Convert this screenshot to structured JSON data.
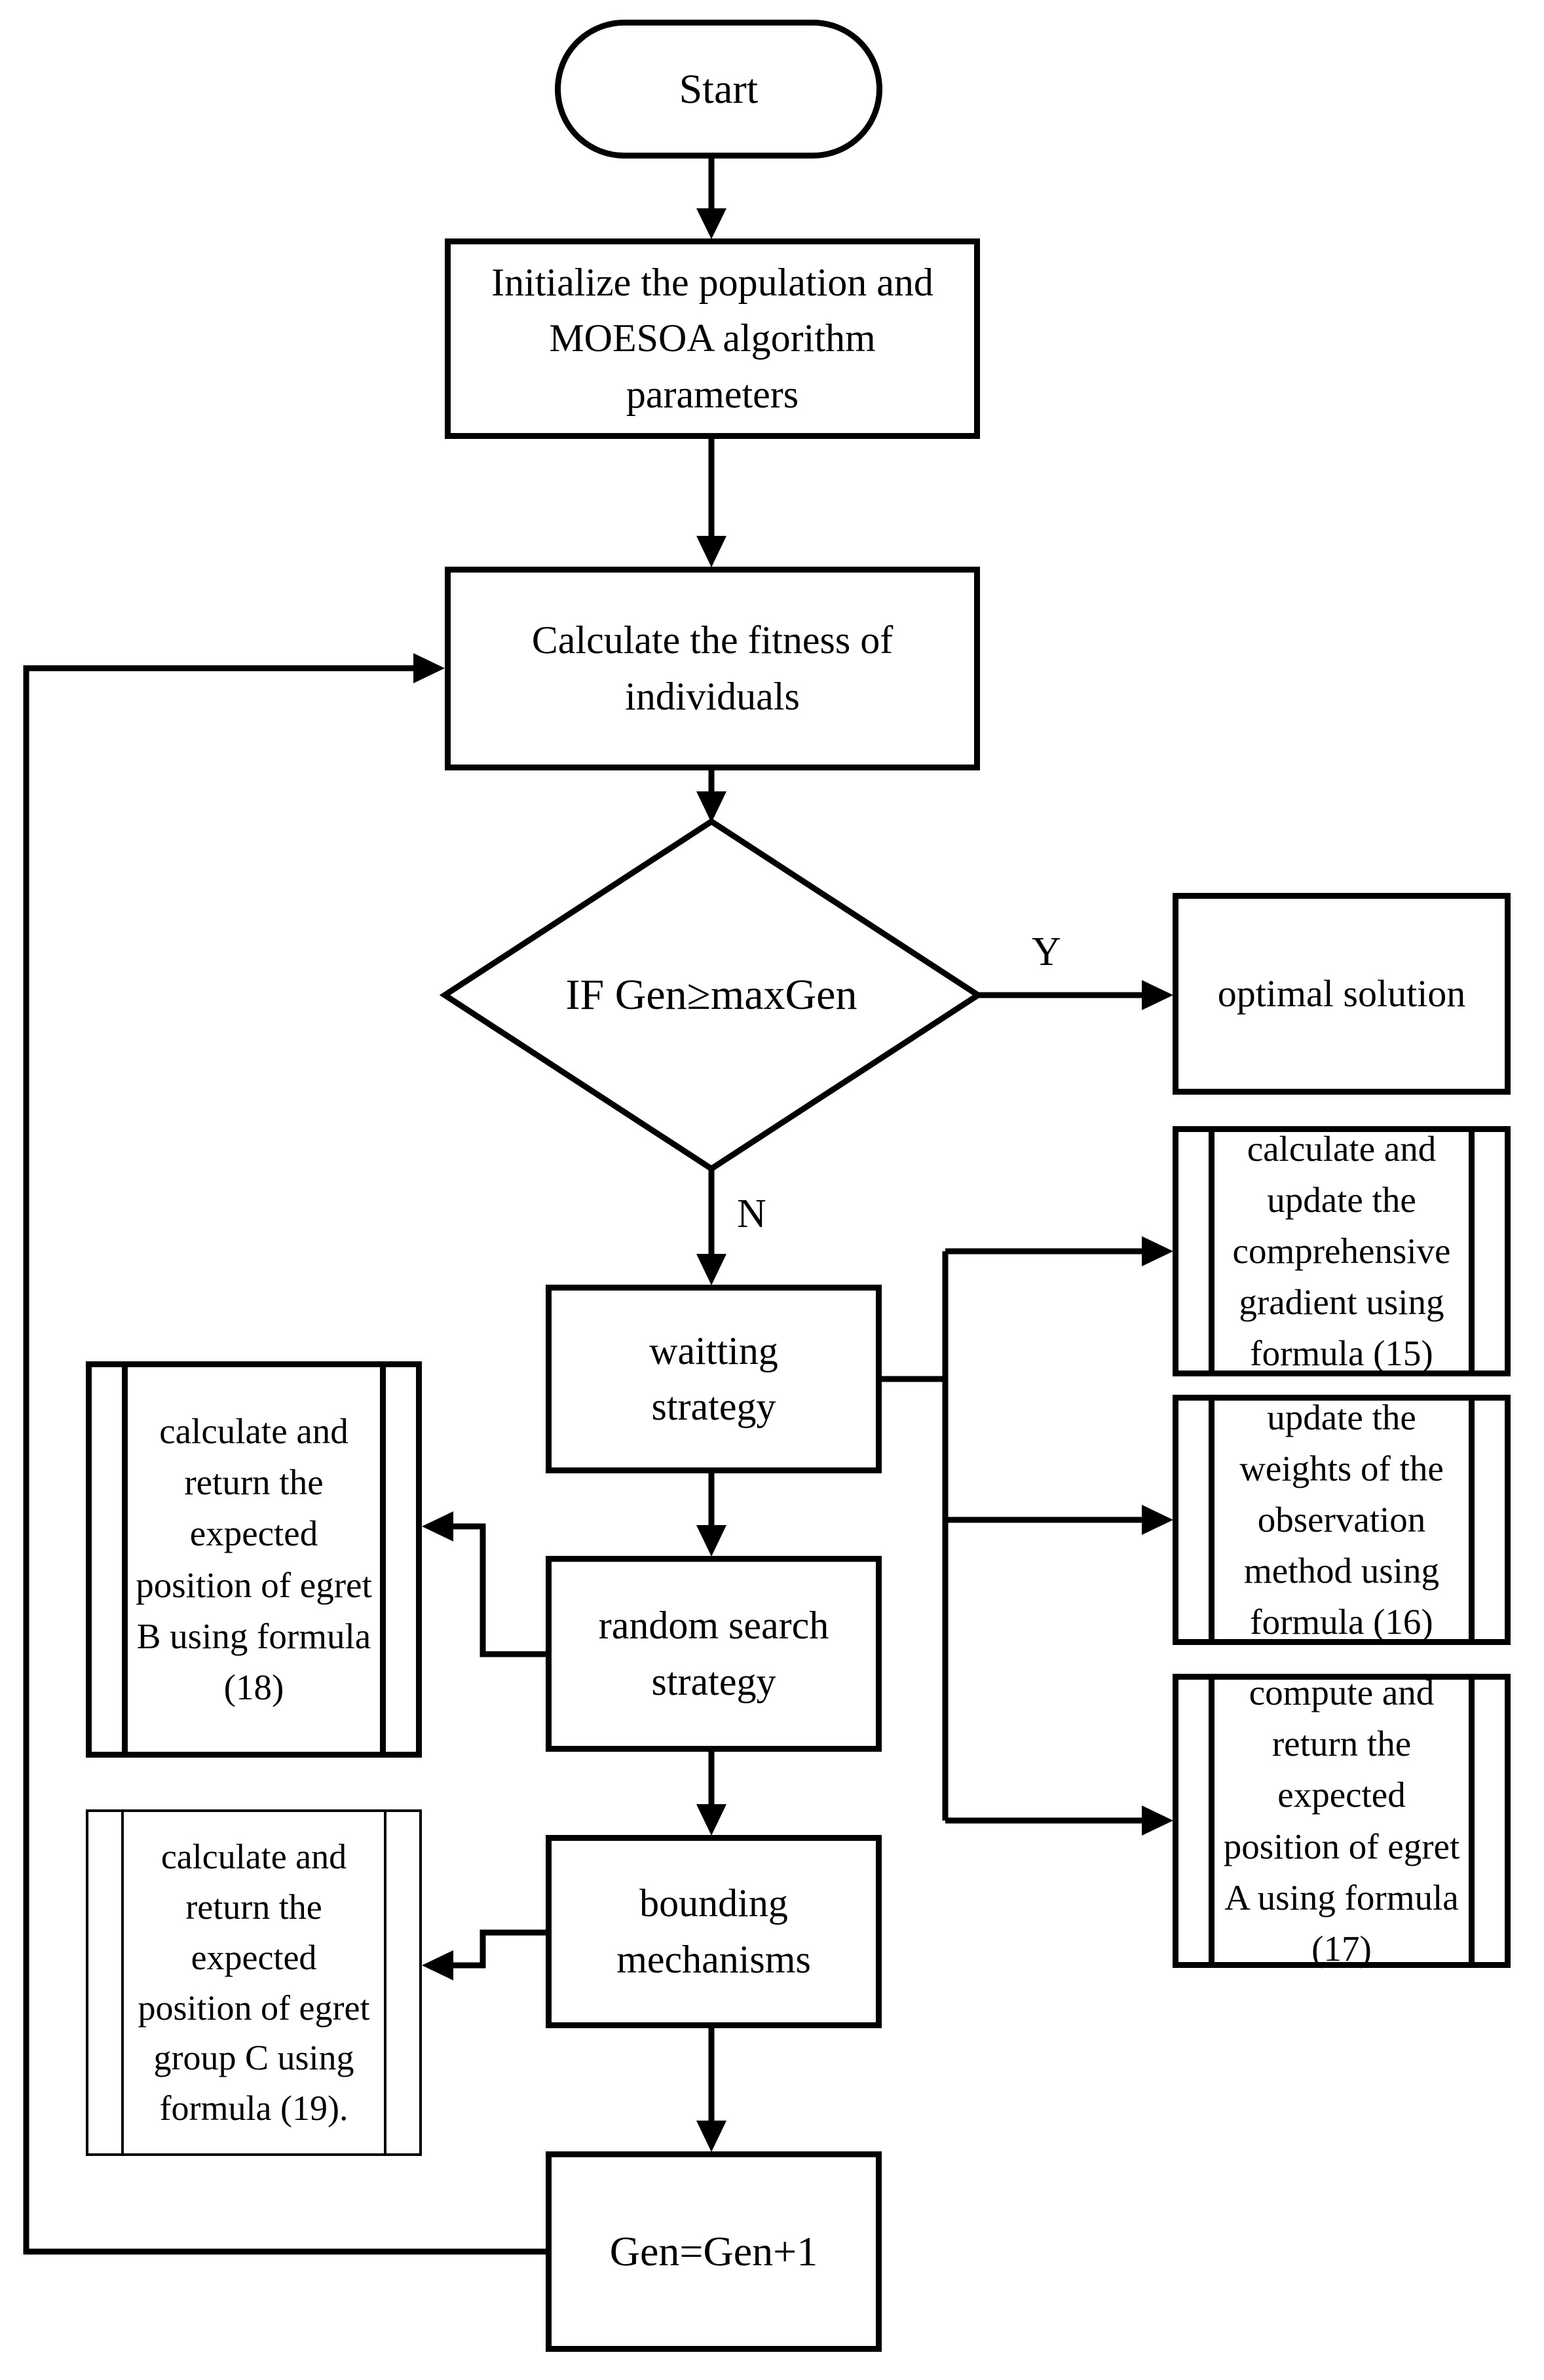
{
  "nodes": {
    "start": "Start",
    "initialize": "Initialize the population and MOESOA algorithm parameters",
    "calculate_fitness": "Calculate the fitness of individuals",
    "decision": "IF Gen≥maxGen",
    "optimal": "optimal solution",
    "waiting_strategy": "waitting strategy",
    "random_search": "random search strategy",
    "bounding": "bounding mechanisms",
    "gen_increment": "Gen=Gen+1",
    "gradient_formula15": "calculate and update the comprehensive gradient using formula (15)",
    "weights_formula16": "update the weights of the observation method using formula (16)",
    "egret_a_formula17": "compute and return the expected position of egret A using formula (17)",
    "egret_b_formula18": "calculate and return the expected position of egret B using formula (18)",
    "egret_c_formula19": "calculate and return the expected position of egret group C using formula (19)."
  },
  "edge_labels": {
    "yes": "Y",
    "no": "N"
  },
  "colors": {
    "stroke": "#000000",
    "background": "#ffffff"
  }
}
